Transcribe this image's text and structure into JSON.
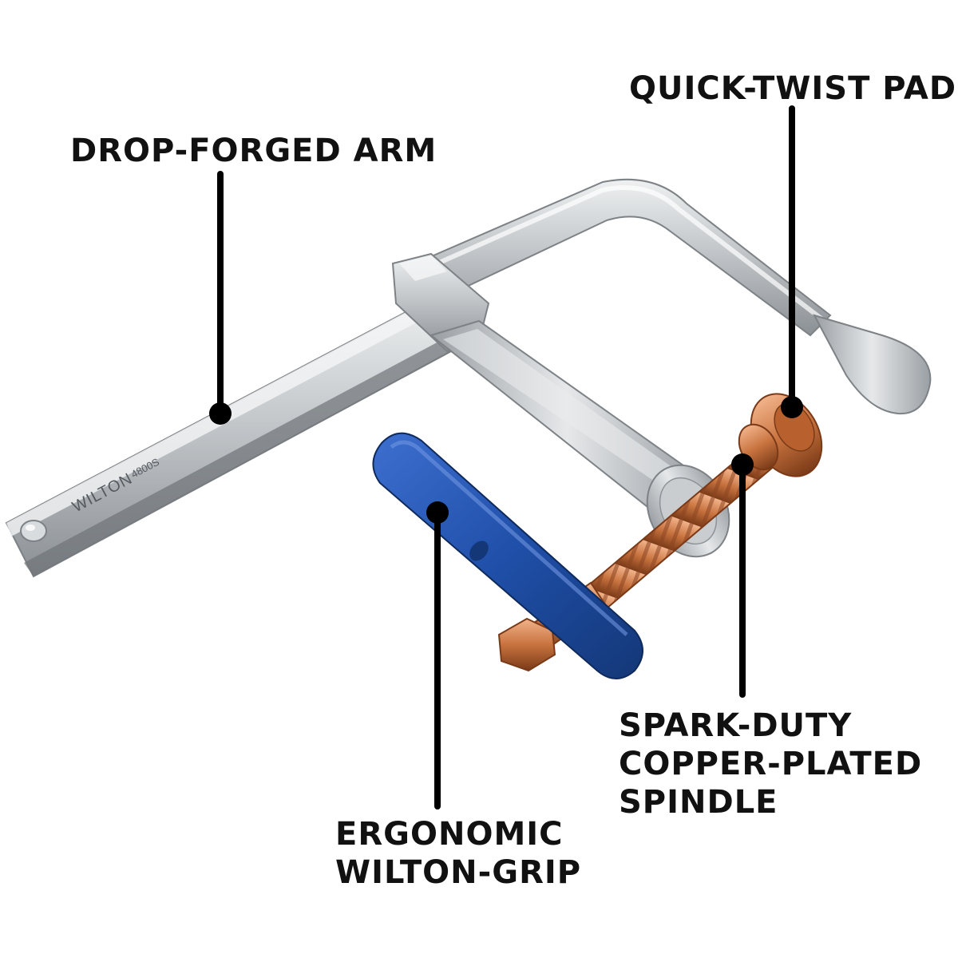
{
  "product": {
    "brand": "WILTON",
    "model": "4800S"
  },
  "callouts": {
    "arm": "DROP-FORGED ARM",
    "pad": "QUICK-TWIST PAD",
    "spindle_lines": [
      "SPARK-DUTY",
      "COPPER-PLATED",
      "SPINDLE"
    ],
    "grip_lines": [
      "ERGONOMIC",
      "WILTON-GRIP"
    ]
  },
  "colors": {
    "steel": "#b9bdc0",
    "steel_dark": "#8e9397",
    "copper": "#c8733f",
    "grip_blue": "#1f4fa8",
    "text": "#111111"
  }
}
